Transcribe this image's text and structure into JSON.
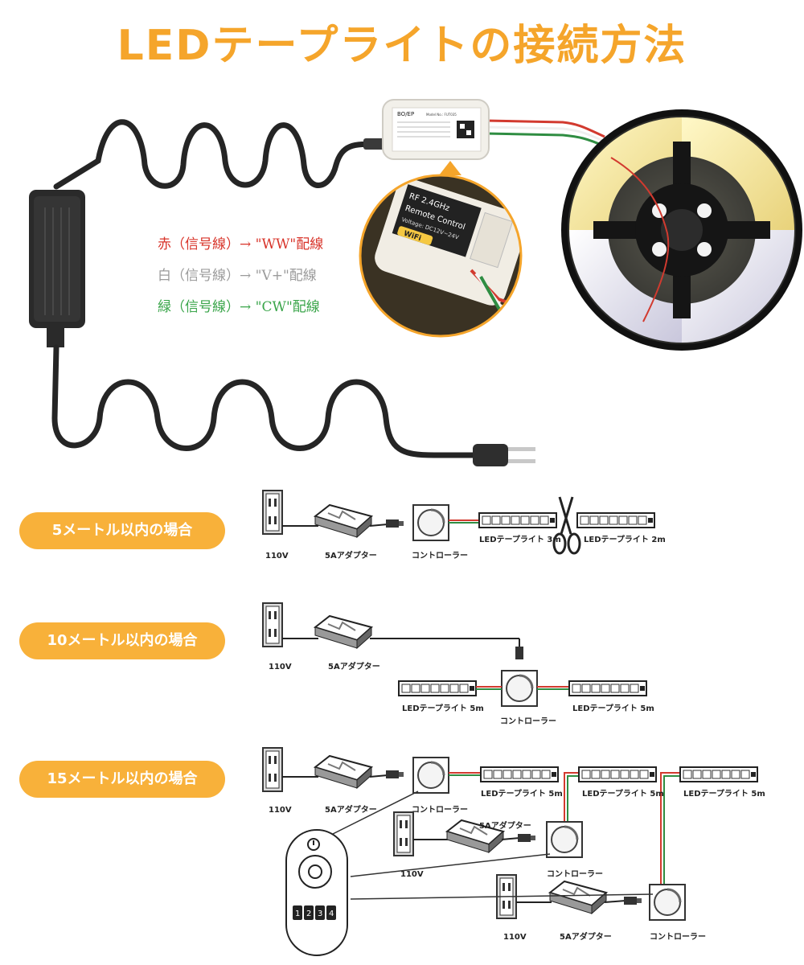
{
  "title": "LEDテープライトの接続方法",
  "wiring": [
    {
      "text": "赤（信号線）→ \"WW\"配線",
      "color": "#d8342a"
    },
    {
      "text": "白（信号線）→ \"V+\"配線",
      "color": "#9b9b9b"
    },
    {
      "text": "緑（信号線）→ \"CW\"配線",
      "color": "#3aa54a"
    }
  ],
  "sections": [
    {
      "label": "5メートル以内の場合"
    },
    {
      "label": "10メートル以内の場合"
    },
    {
      "label": "15メートル以内の場合"
    }
  ],
  "labels": {
    "outlet": "110V",
    "adapter": "5Aアダプター",
    "controller": "コントローラー",
    "strip_3m": "LEDテープライト 3m",
    "strip_2m": "LEDテープライト 2m",
    "strip_5m": "LEDテープライト 5m"
  },
  "controller_box": {
    "brand": "BO/EP",
    "model_text": "Model No.: FUT035",
    "rf_text": "RF 2.4GHz",
    "remote_text": "Remote Control",
    "wifi_text": "WiFi",
    "voltage_text": "Voltage: DC12V~24V"
  },
  "remote_buttons": [
    "1",
    "2",
    "3",
    "4"
  ],
  "colors": {
    "accent": "#f5a52b",
    "pill": "#f8b13a"
  }
}
